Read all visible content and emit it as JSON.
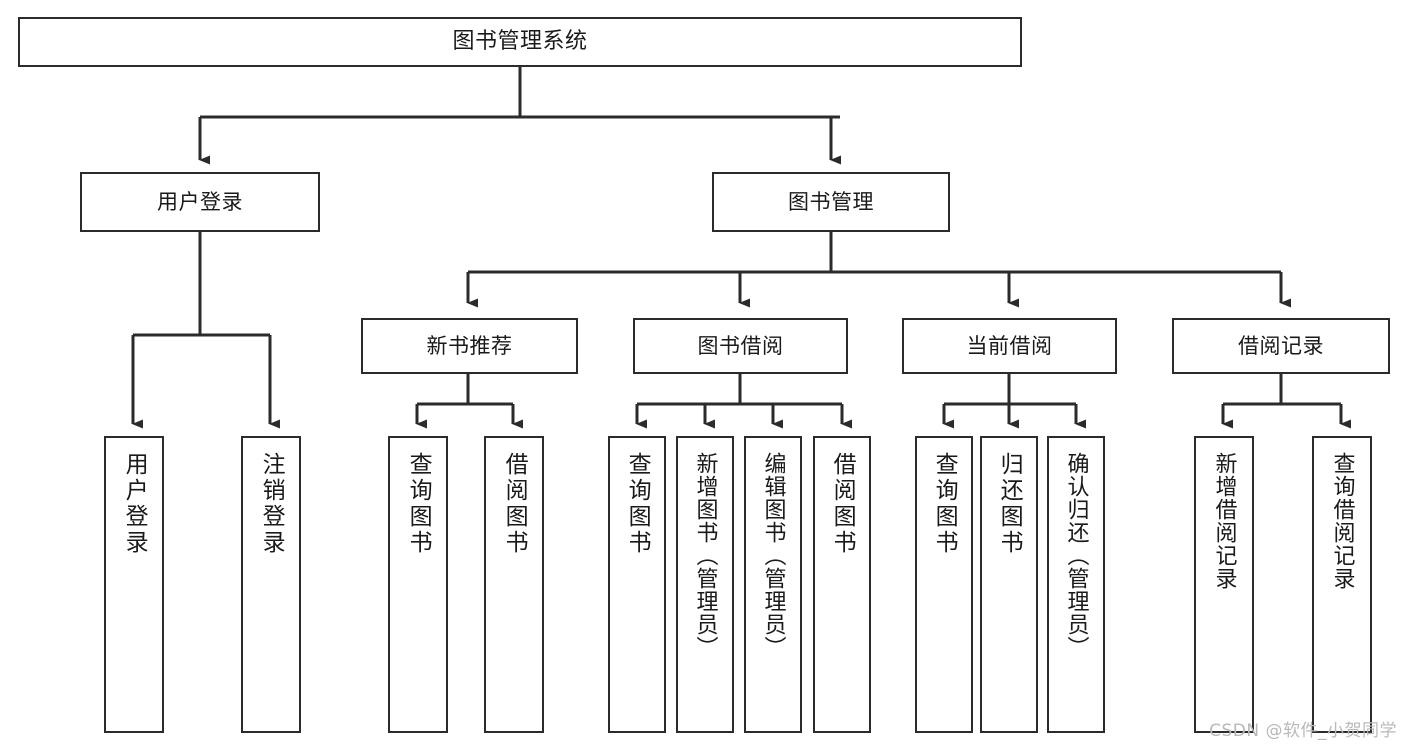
{
  "diagram": {
    "title": "图书管理系统",
    "type": "tree",
    "orientation": "top-down",
    "colors": {
      "stroke": "#2b2b2b",
      "fill": "#ffffff",
      "text": "#1a1a1a",
      "watermark": "#b9b9b9"
    },
    "nodes": {
      "root": {
        "label": "图书管理系统"
      },
      "level2": [
        {
          "id": "user-login",
          "label": "用户登录"
        },
        {
          "id": "book-manage",
          "label": "图书管理"
        }
      ],
      "level3": [
        {
          "id": "new-book-recommend",
          "label": "新书推荐"
        },
        {
          "id": "book-borrow",
          "label": "图书借阅"
        },
        {
          "id": "current-borrow",
          "label": "当前借阅"
        },
        {
          "id": "borrow-record",
          "label": "借阅记录"
        }
      ],
      "leaves_user_login": [
        {
          "id": "leaf-user-login",
          "label": "用户登录"
        },
        {
          "id": "leaf-logout",
          "label": "注销登录"
        }
      ],
      "leaves_new_book": [
        {
          "id": "leaf-query-book-1",
          "label": "查询图书"
        },
        {
          "id": "leaf-borrow-book-1",
          "label": "借阅图书"
        }
      ],
      "leaves_book_borrow": [
        {
          "id": "leaf-query-book-2",
          "label": "查询图书"
        },
        {
          "id": "leaf-add-book",
          "label": "新增图书（管理员）"
        },
        {
          "id": "leaf-edit-book",
          "label": "编辑图书（管理员）"
        },
        {
          "id": "leaf-borrow-book-2",
          "label": "借阅图书"
        }
      ],
      "leaves_current_borrow": [
        {
          "id": "leaf-query-book-3",
          "label": "查询图书"
        },
        {
          "id": "leaf-return-book",
          "label": "归还图书"
        },
        {
          "id": "leaf-confirm-return",
          "label": "确认归还（管理员）"
        }
      ],
      "leaves_borrow_record": [
        {
          "id": "leaf-add-record",
          "label": "新增借阅记录"
        },
        {
          "id": "leaf-query-record",
          "label": "查询借阅记录"
        }
      ]
    },
    "watermark": "CSDN @软件_小贺同学"
  }
}
